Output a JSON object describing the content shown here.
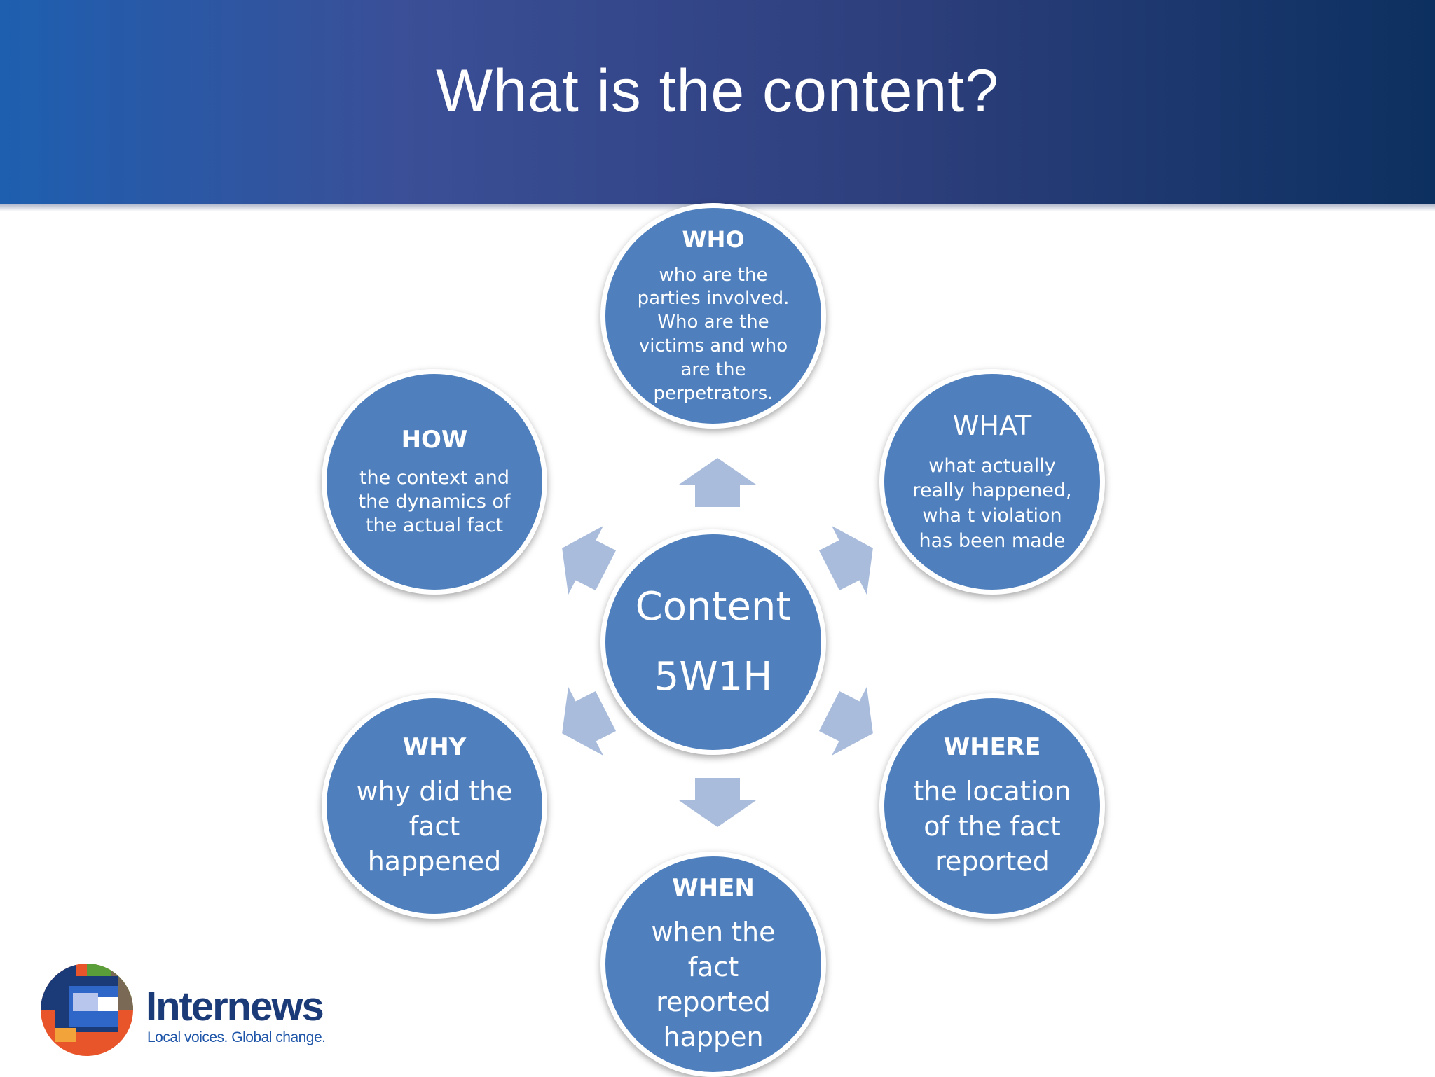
{
  "slide": {
    "title": "What is the content?"
  },
  "center": {
    "line1": "Content",
    "line2": "5W1H"
  },
  "circles": {
    "who": {
      "heading": "WHO",
      "text": "who are the parties involved. Who are the victims and who are the perpetrators."
    },
    "what": {
      "heading": "WHAT",
      "text": "what actually really happened, wha t violation has been made"
    },
    "where": {
      "heading": "WHERE",
      "text": "the location of the fact reported"
    },
    "when": {
      "heading": "WHEN",
      "text": "when the fact reported happen"
    },
    "why": {
      "heading": "WHY",
      "text": "why did the fact happened"
    },
    "how": {
      "heading": "HOW",
      "text": "the context and the dynamics of the actual fact"
    }
  },
  "logo": {
    "name": "Internews",
    "tagline": "Local voices. Global change."
  },
  "colors": {
    "circle_fill": "#4f80bd",
    "arrow_fill": "#a9bcdc",
    "header_start": "#1e5fb0",
    "header_end": "#0c3060"
  }
}
